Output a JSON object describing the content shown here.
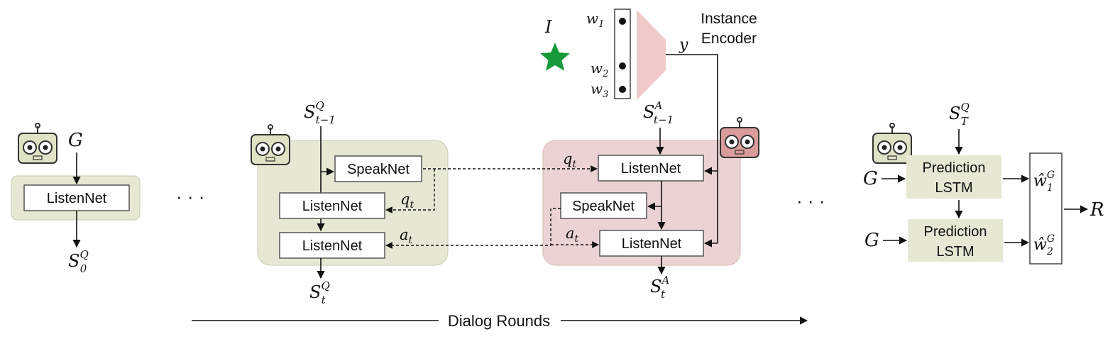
{
  "nodes": {
    "listen_net": "ListenNet",
    "speak_net": "SpeakNet",
    "prediction_line1": "Prediction",
    "prediction_line2": "LSTM"
  },
  "encoder": {
    "title_line1": "Instance",
    "title_line2": "Encoder",
    "image_symbol": "I",
    "output_symbol": "y",
    "slots": [
      {
        "base": "w",
        "sub": "1"
      },
      {
        "base": "w",
        "sub": "2"
      },
      {
        "base": "w",
        "sub": "3"
      }
    ]
  },
  "symbols": {
    "goal": "G",
    "ellipsis": "· · ·",
    "reward": "R",
    "question": {
      "base": "q",
      "sub": "t"
    },
    "answer": {
      "base": "a",
      "sub": "t"
    },
    "s0q": {
      "base": "S",
      "sup": "Q",
      "sub": "0"
    },
    "stq_prev": {
      "base": "S",
      "sup": "Q",
      "sub": "t−1"
    },
    "stq": {
      "base": "S",
      "sup": "Q",
      "sub": "t"
    },
    "sta_prev": {
      "base": "S",
      "sup": "A",
      "sub": "t−1"
    },
    "sta": {
      "base": "S",
      "sup": "A",
      "sub": "t"
    },
    "stq_final": {
      "base": "S",
      "sup": "Q",
      "sub": "T"
    },
    "w1_hat": {
      "base": "ŵ",
      "sup": "G",
      "sub": "1"
    },
    "w2_hat": {
      "base": "ŵ",
      "sup": "G",
      "sub": "2"
    }
  },
  "footer": {
    "label": "Dialog Rounds"
  },
  "colors": {
    "qbot_panel": "#e6e8d4",
    "abot_panel": "#ecd3d3",
    "encoder_trapezoid": "#f0c9c9",
    "prediction_box": "#e6e8d4",
    "star": "#179a3a",
    "qbot_robot": "#dfe2c4",
    "abot_robot": "#d99b9b"
  }
}
